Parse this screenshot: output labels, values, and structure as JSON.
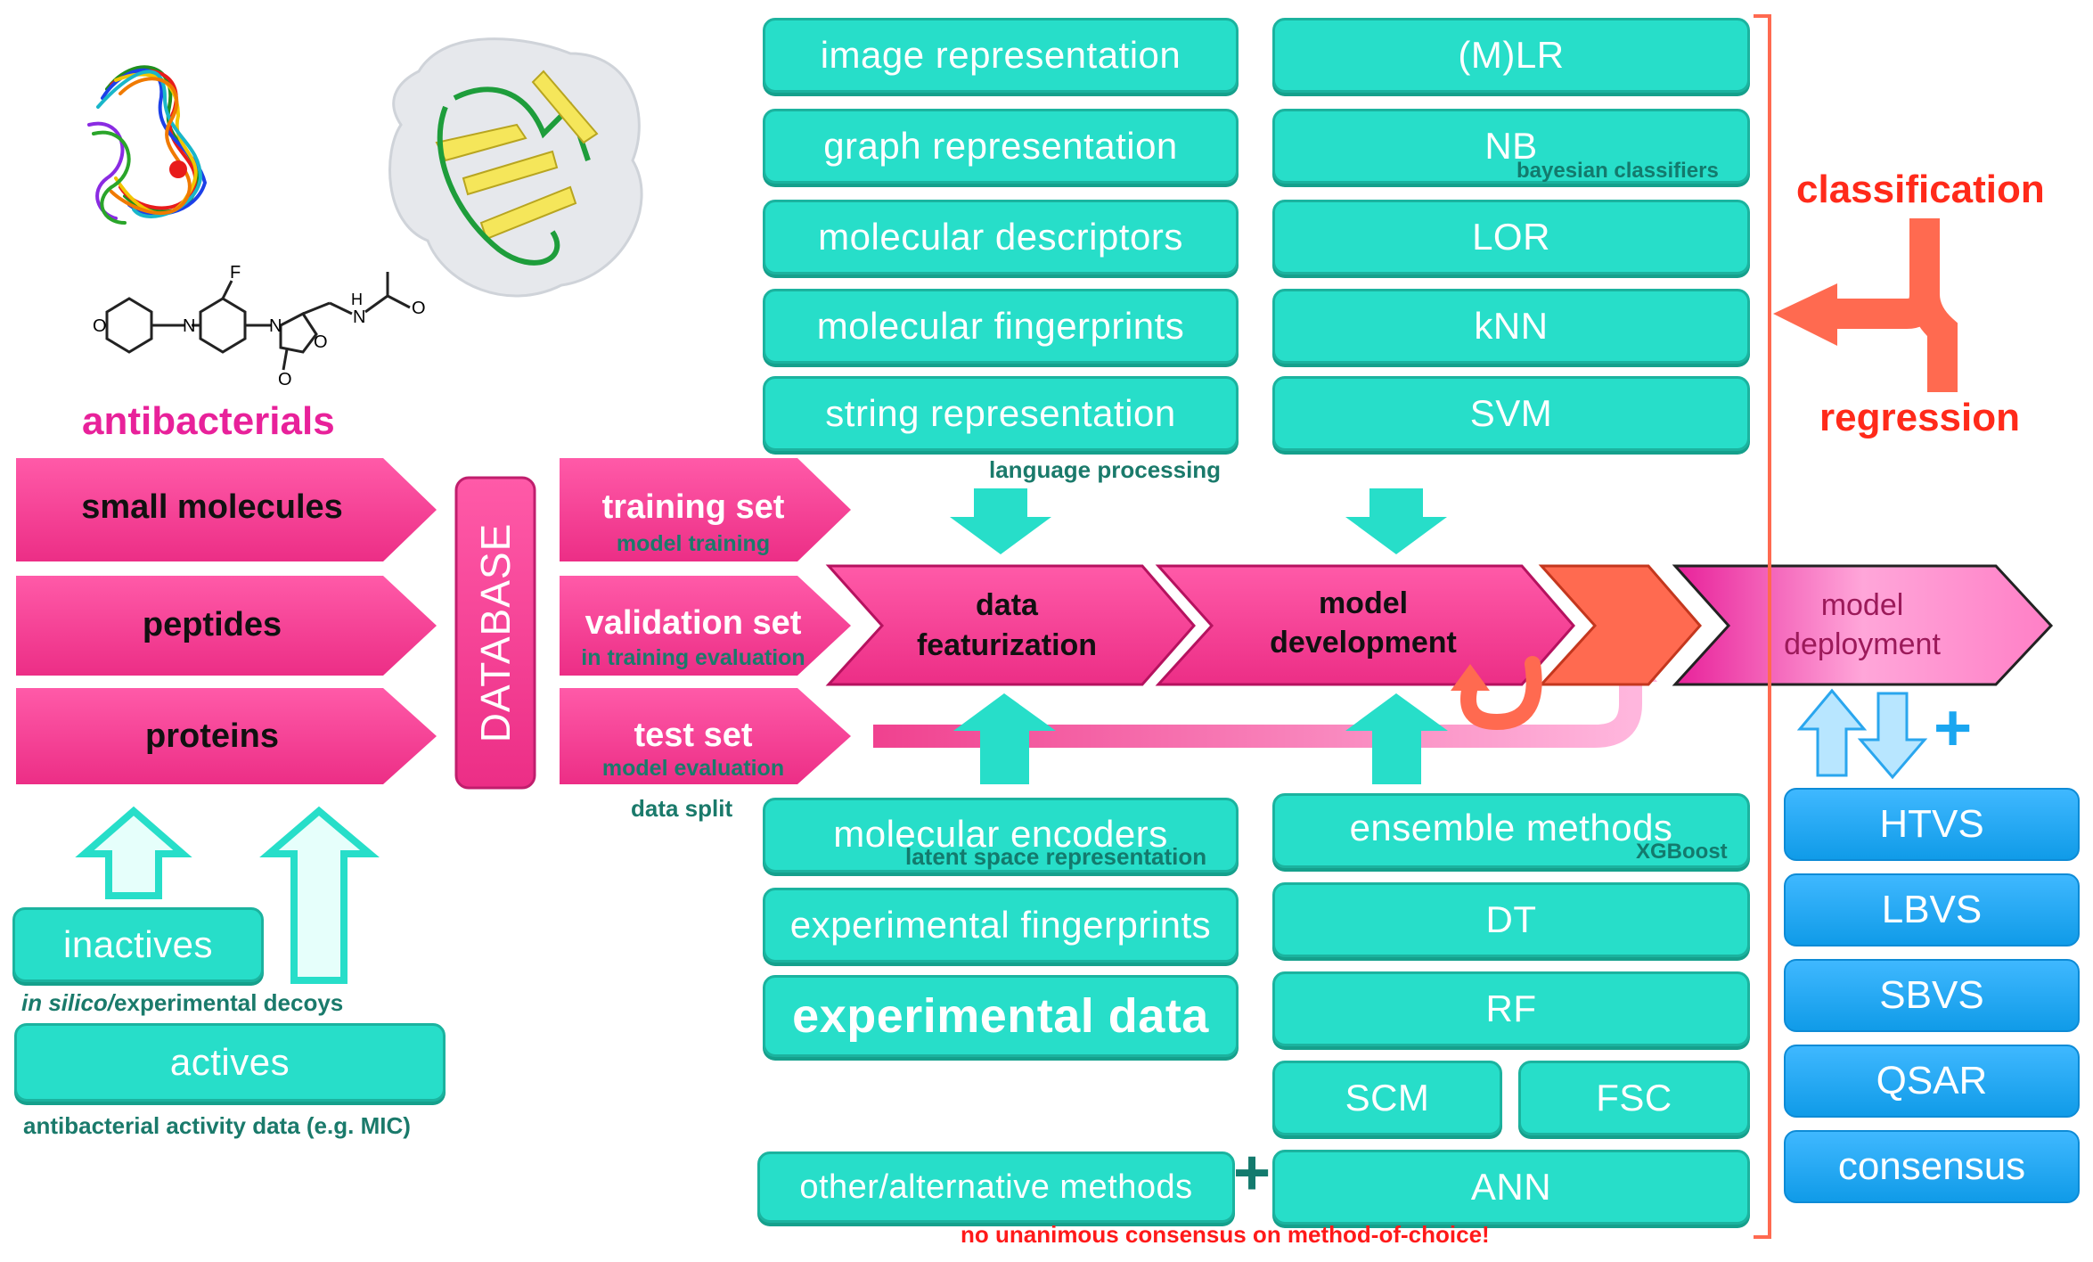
{
  "left": {
    "heading": "antibacterials",
    "categories": [
      "small molecules",
      "peptides",
      "proteins"
    ],
    "database": "DATABASE",
    "inactives": "inactives",
    "decoys_italic": "in silico/",
    "decoys_rest": "experimental decoys",
    "actives": "actives",
    "activity_note": "antibacterial activity data (e.g. MIC)"
  },
  "split": {
    "training": "training set",
    "training_sub": "model training",
    "validation": "validation set",
    "validation_sub": "in training evaluation",
    "test": "test set",
    "test_sub": "model evaluation",
    "label": "data split"
  },
  "representations": {
    "items": [
      "image representation",
      "graph representation",
      "molecular descriptors",
      "molecular fingerprints",
      "string representation"
    ],
    "language_note": "language processing",
    "lower": [
      "molecular encoders",
      "experimental fingerprints",
      "experimental data"
    ],
    "encoder_note": "latent space representation"
  },
  "methods": {
    "top": [
      "(M)LR",
      "NB",
      "LOR",
      "kNN",
      "SVM"
    ],
    "nb_note": "bayesian classifiers",
    "ensemble": "ensemble methods",
    "ensemble_note": "XGBoost",
    "dt": "DT",
    "rf": "RF",
    "scm": "SCM",
    "fsc": "FSC",
    "ann": "ANN",
    "other": "other/alternative methods",
    "plus": "+",
    "consensus_note": "no unanimous consensus on method-of-choice!"
  },
  "pipeline": {
    "featurization_1": "data",
    "featurization_2": "featurization",
    "development_1": "model",
    "development_2": "development",
    "deployment_1": "model",
    "deployment_2": "deployment"
  },
  "tasks": {
    "classification": "classification",
    "regression": "regression"
  },
  "deployment": {
    "plus": "+",
    "items": [
      "HTVS",
      "LBVS",
      "SBVS",
      "QSAR",
      "consensus"
    ]
  },
  "molecule_atoms": [
    "F",
    "O",
    "N",
    "N",
    "O",
    "O",
    "H",
    "N",
    "O"
  ],
  "colors": {
    "teal": "#27dec9",
    "pink": "#f0418f",
    "red": "#ff2a1a",
    "salmon": "#ff6a50",
    "blue": "#1aa6f0",
    "magenta": "#e8219a"
  }
}
